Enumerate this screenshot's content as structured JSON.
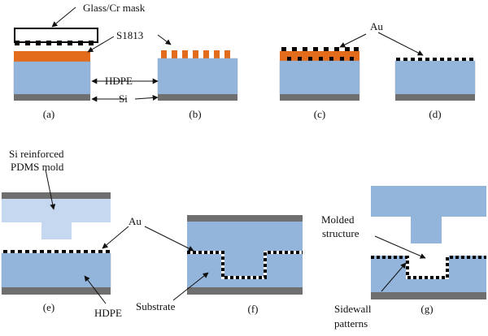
{
  "labels": {
    "mask": "Glass/Cr mask",
    "resist": "S1813",
    "hdpe_top": "HDPE",
    "si_top": "Si",
    "au_top": "Au",
    "pdms": [
      "Si reinforced",
      "PDMS mold"
    ],
    "au_mid": "Au",
    "hdpe_bottom": "HDPE",
    "substrate": "Substrate",
    "molded": [
      "Molded",
      "structure"
    ],
    "sidewall": [
      "Sidewall",
      "patterns"
    ]
  },
  "captions": [
    "(a)",
    "(b)",
    "(c)",
    "(d)",
    "(e)",
    "(f)",
    "(g)"
  ],
  "colors": {
    "hdpe": "#93b4db",
    "pdms": "#c6d8ef",
    "silicon": "#6f6f6f",
    "resist": "#e36b1c",
    "gold": "#000000",
    "mask": "#000000"
  }
}
